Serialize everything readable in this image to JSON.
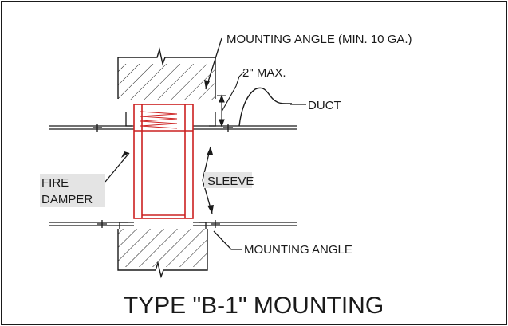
{
  "labels": {
    "mounting_angle_top": "MOUNTING ANGLE (MIN. 10 GA.)",
    "max_gap": "2\" MAX.",
    "duct": "DUCT",
    "fire_damper_line1": "FIRE",
    "fire_damper_line2": "DAMPER",
    "sleeve": "SLEEVE",
    "mounting_angle_bottom": "MOUNTING ANGLE",
    "title": "TYPE \"B-1\" MOUNTING"
  },
  "colors": {
    "line": "#1a1a1a",
    "damper": "#cc2020",
    "label_bg": "#e4e4e4"
  }
}
